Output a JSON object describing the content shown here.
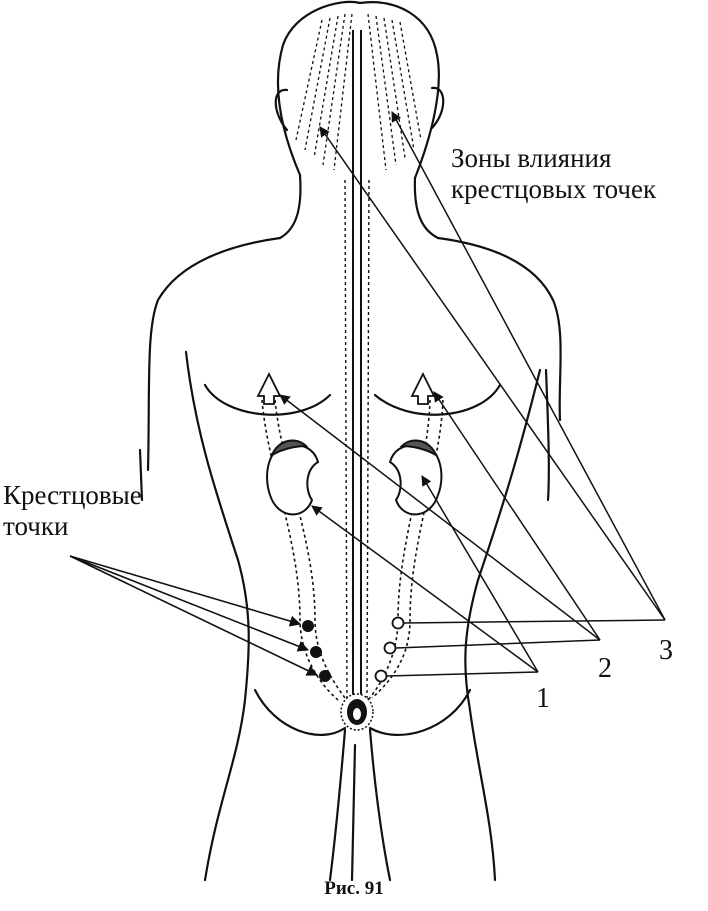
{
  "labels": {
    "zones_line1": "Зоны влияния",
    "zones_line2": "крестцовых точек",
    "sacral_line1": "Крестцовые",
    "sacral_line2": "точки",
    "num1": "1",
    "num2": "2",
    "num3": "3"
  },
  "caption": "Рис. 91"
}
